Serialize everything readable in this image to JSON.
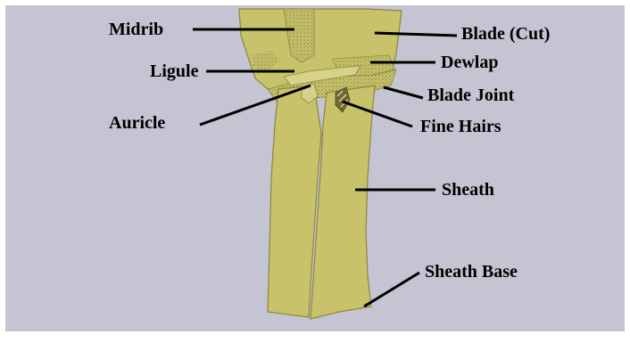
{
  "labels": {
    "midrib": "Midrib",
    "blade_cut": "Blade (Cut)",
    "ligule": "Ligule",
    "dewlap": "Dewlap",
    "blade_joint": "Blade Joint",
    "auricle": "Auricle",
    "fine_hairs": "Fine Hairs",
    "sheath": "Sheath",
    "sheath_base": "Sheath Base"
  },
  "colors": {
    "panel_background": "#c4c4d2",
    "plant_fill": "#c8c36a",
    "plant_outline": "#8a8640",
    "stipple": "#9a9552",
    "leader_line": "#000000"
  }
}
